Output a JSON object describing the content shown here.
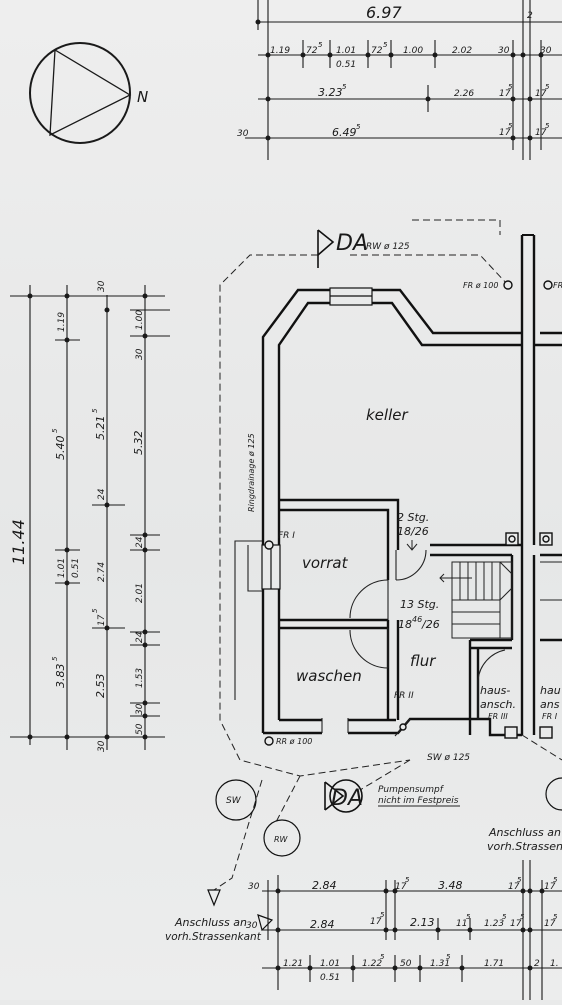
{
  "north": {
    "label": "N"
  },
  "dims_top": {
    "total": "6.97",
    "row1": [
      "1.19",
      "72",
      "5",
      "1.01",
      "0.51",
      "72",
      "5",
      "1.00",
      "2.02",
      "30",
      "30"
    ],
    "row2": [
      "3.23",
      "5",
      "2.26",
      "17",
      "5",
      "17",
      "5"
    ],
    "row3": [
      "30",
      "6.49",
      "5",
      "17",
      "5",
      "17",
      "5"
    ],
    "edge_right": "2"
  },
  "dims_left": {
    "total": "11.44",
    "col1": [
      "1.19",
      "5.40",
      "5",
      "1.01",
      "0.51",
      "3.83",
      "5"
    ],
    "col2": [
      "30",
      "5.21",
      "5",
      "24",
      "2.74",
      "17",
      "5",
      "2.53",
      "30"
    ],
    "col3": [
      "1.00",
      "30",
      "5.32",
      "24",
      "2.01",
      "24",
      "1.53",
      "30",
      "50"
    ]
  },
  "rooms": {
    "keller": "keller",
    "vorrat": "vorrat",
    "waschen": "waschen",
    "flur": "flur",
    "hausansch_1": "haus-",
    "hausansch_2": "ansch.",
    "hausansch_fr": "FR III",
    "hausansch_right_1": "hau",
    "hausansch_right_2": "ans",
    "hausansch_right_fr": "FR I"
  },
  "labels": {
    "da_top": "DA",
    "rw_top": "RW ø 125",
    "ringdrainage": "Ringdrainage ø 125",
    "fr_top": "FR ø 100",
    "fr_top_right": "FR",
    "fr1": "FR I",
    "fr2": "FR II",
    "stg1": "2 Stg.",
    "stg1_ratio": "18/26",
    "stg2": "13 Stg.",
    "stg2_ratio": "18",
    "stg2_ratio_sup": "46",
    "stg2_ratio_end": "/26",
    "rr": "RR ø 100",
    "sw_pipe": "SW ø 125",
    "sw": "SW",
    "rw": "RW",
    "da_bottom": "DA",
    "pump_1": "Pumpensumpf",
    "pump_2": "nicht im Festpreis",
    "anschluss_right_1": "Anschluss an",
    "anschluss_right_2": "vorh.Strassenk",
    "anschluss_left_1": "Anschluss an",
    "anschluss_left_2": "vorh.Strassenkant"
  },
  "dims_bottom": {
    "row1": [
      "30",
      "2.84",
      "17",
      "5",
      "3.48",
      "17",
      "5",
      "17",
      "5"
    ],
    "row2": [
      "30",
      "2.84",
      "17",
      "5",
      "2.13",
      "11",
      "5",
      "1.23",
      "5",
      "17",
      "5",
      "17",
      "5"
    ],
    "row3": [
      "1.21",
      "1.01",
      "0.51",
      "1.22",
      "5",
      "50",
      "1.31",
      "5",
      "1.71",
      "2",
      "1."
    ]
  }
}
